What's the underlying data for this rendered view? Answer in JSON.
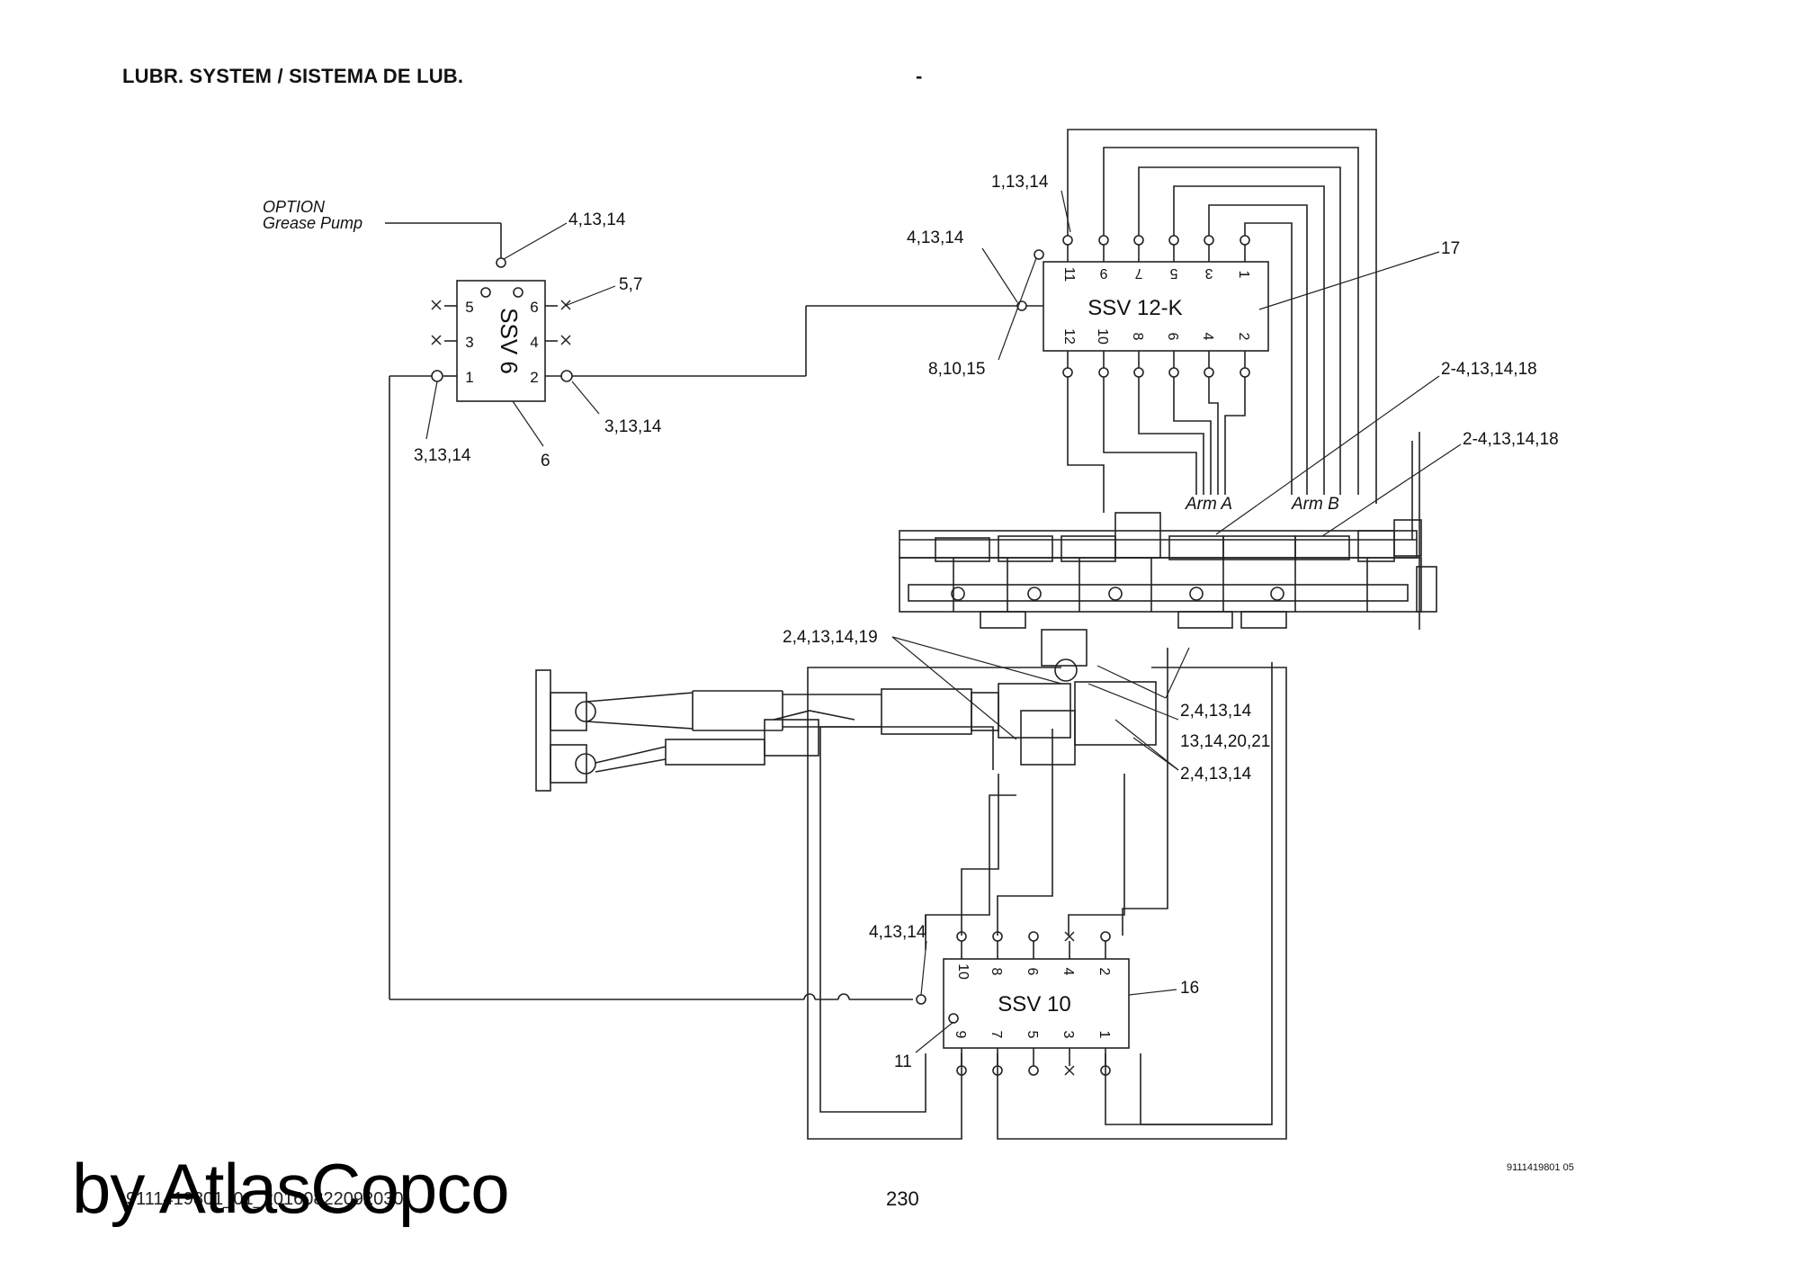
{
  "header": {
    "title": "LUBR. SYSTEM / SISTEMA DE LUB.",
    "dash": "-"
  },
  "footer": {
    "doc_code": "9111419801 05",
    "page_number": "230",
    "file_code": "9111419801_01_20160822092030",
    "watermark": "by AtlasCopco"
  },
  "option": {
    "line1": "OPTION",
    "line2": "Grease Pump"
  },
  "blocks": {
    "ssv6": {
      "label": "SSV 6",
      "pins": [
        "5",
        "6",
        "3",
        "4",
        "1",
        "2"
      ]
    },
    "ssv12k": {
      "label": "SSV 12-K",
      "top_pins": [
        "11",
        "9",
        "7",
        "5",
        "3",
        "1"
      ],
      "bottom_pins": [
        "12",
        "10",
        "8",
        "6",
        "4",
        "2"
      ]
    },
    "ssv10": {
      "label": "SSV 10",
      "top_pins": [
        "10",
        "8",
        "6",
        "4",
        "2"
      ],
      "bottom_pins": [
        "9",
        "7",
        "5",
        "3",
        "1"
      ]
    }
  },
  "callouts": {
    "c_4_13_14_pump": "4,13,14",
    "c_5_7": "5,7",
    "c_3_13_14_left": "3,13,14",
    "c_3_13_14_right": "3,13,14",
    "c_6": "6",
    "c_1_13_14": "1,13,14",
    "c_4_13_14_12k": "4,13,14",
    "c_8_10_15": "8,10,15",
    "c_17": "17",
    "c_2_4_13_14_18_a": "2-4,13,14,18",
    "c_2_4_13_14_18_b": "2-4,13,14,18",
    "arm_a": "Arm A",
    "arm_b": "Arm B",
    "c_2_4_13_14_19": "2,4,13,14,19",
    "c_2_4_13_14_r1": "2,4,13,14",
    "c_13_14_20_21": "13,14,20,21",
    "c_2_4_13_14_r2": "2,4,13,14",
    "c_4_13_14_ssv10": "4,13,14",
    "c_16": "16",
    "c_11": "11"
  }
}
